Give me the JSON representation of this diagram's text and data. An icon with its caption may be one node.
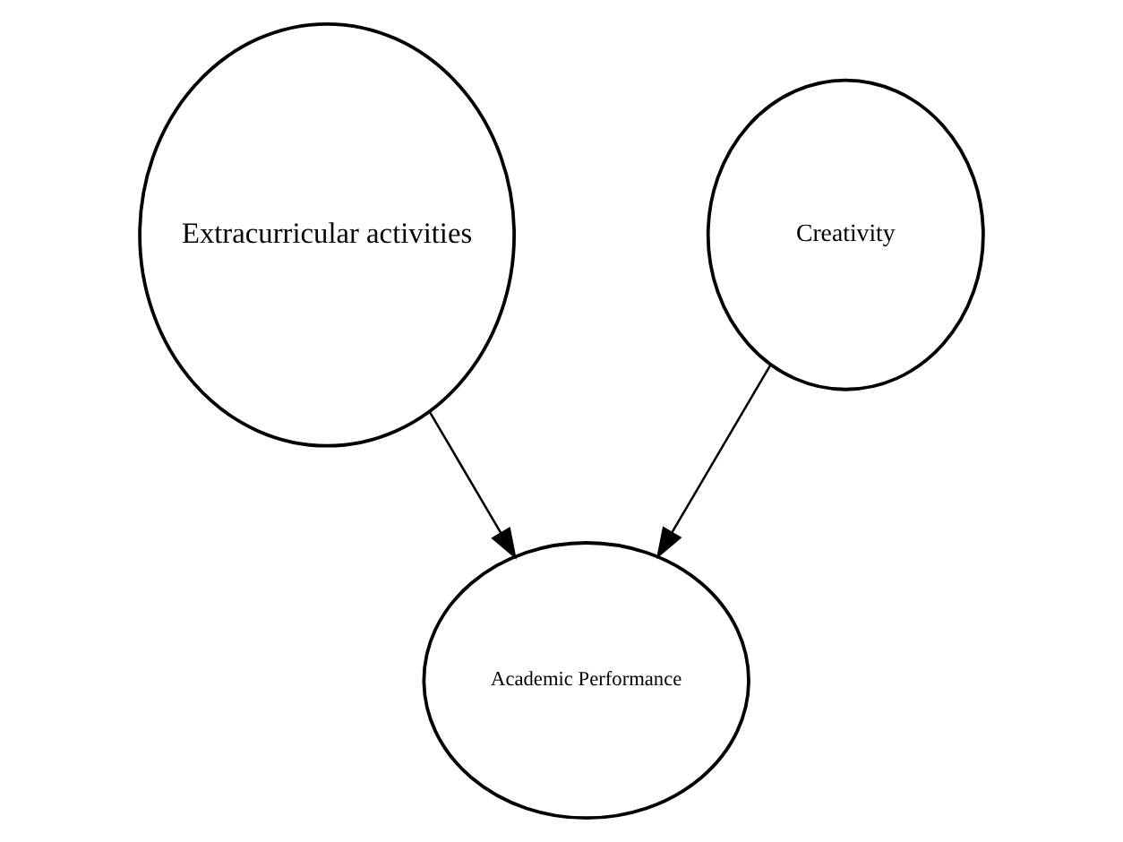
{
  "diagram": {
    "nodes": [
      {
        "text": [
          "Extracurricular activities"
        ]
      },
      {
        "text": [
          "Creativity"
        ]
      },
      {
        "text": [
          "Academic Performance"
        ]
      }
    ],
    "edges": [
      {
        "from": 0,
        "to": 2,
        "arrow": "to"
      },
      {
        "from": 1,
        "to": 2,
        "arrow": "to"
      }
    ]
  }
}
